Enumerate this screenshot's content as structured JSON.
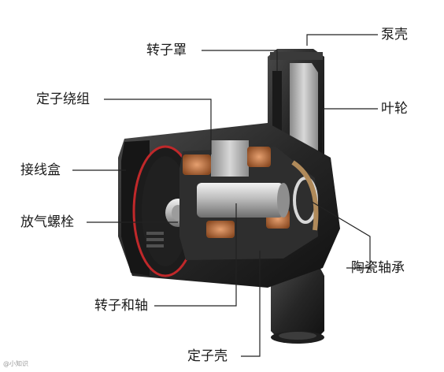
{
  "labels": {
    "pump_housing": "泵壳",
    "rotor_cover": "转子罩",
    "stator_winding": "定子绕组",
    "impeller": "叶轮",
    "junction_box": "接线盒",
    "bleed_screw": "放气螺栓",
    "ceramic_bearing": "陶瓷轴承",
    "rotor_shaft": "转子和轴",
    "stator_housing": "定子壳"
  },
  "watermark": "@小知识",
  "colors": {
    "body": "#2a2a2a",
    "body_dark": "#151515",
    "copper": "#b8703a",
    "steel": "#c8c8c8",
    "accent_red": "#c0282a",
    "line": "#222222"
  }
}
